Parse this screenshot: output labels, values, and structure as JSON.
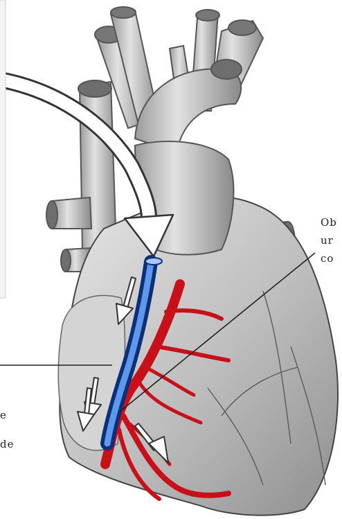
{
  "labels": {
    "right_top": [
      "Ob",
      "ur",
      "co"
    ],
    "left_bottom": [
      "e",
      "de"
    ]
  },
  "colors": {
    "heart_gray": "#c8c8c8",
    "vessel_red": "#c8101a",
    "graft_blue": "#1f5fbf",
    "arrow_fill": "#ffffff",
    "outline": "#3a3a3a"
  }
}
